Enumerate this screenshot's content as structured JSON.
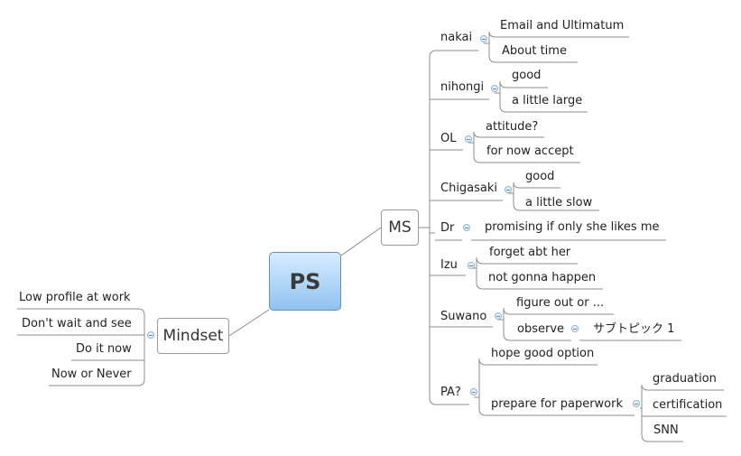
{
  "central_topic": "PS",
  "ms": {
    "label": "MS",
    "branches": [
      {
        "label": "nakai",
        "children": [
          "Email and Ultimatum",
          "About time"
        ]
      },
      {
        "label": "nihongi",
        "children": [
          "good",
          "a little large"
        ]
      },
      {
        "label": "OL",
        "children": [
          "attitude?",
          "for now accept"
        ]
      },
      {
        "label": "Chigasaki",
        "children": [
          "good",
          "a little slow"
        ]
      },
      {
        "label": "Dr",
        "children": [
          "promising if only she likes me"
        ]
      },
      {
        "label": "Izu",
        "children": [
          "forget abt her",
          "not gonna happen"
        ]
      },
      {
        "label": "Suwano",
        "children": [
          "figure out or ...",
          "observe"
        ],
        "observe_child": "サブトピック 1"
      },
      {
        "label": "PA?",
        "children": [
          "hope good option",
          "prepare for paperwork"
        ],
        "paperwork_children": [
          "graduation",
          "certification",
          "SNN"
        ]
      }
    ]
  },
  "mindset": {
    "label": "Mindset",
    "children": [
      "Low profile at work",
      "Don't wait and see",
      "Do it now",
      "Now or Never"
    ]
  }
}
